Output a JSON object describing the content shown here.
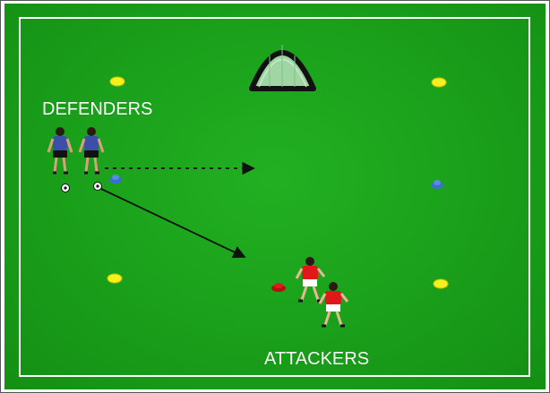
{
  "labels": {
    "defenders": "DEFENDERS",
    "attackers": "ATTACKERS"
  },
  "colors": {
    "pitch": "#1a9f1a",
    "lines": "#ffffff",
    "cone_yellow": "#f5f01e",
    "cone_blue": "#3a6fd0",
    "cone_red": "#e11c1c",
    "defender_shirt": "#3b4fa8",
    "attacker_shirt": "#e01818",
    "goal_net": "#9fd6a4"
  },
  "diagram": {
    "objects": [
      "goal",
      "yellow-cone",
      "blue-cone",
      "red-cone",
      "ball",
      "defender-player",
      "attacker-player"
    ],
    "arrows": [
      "dashed-run-arrow",
      "solid-pass-arrow"
    ]
  }
}
